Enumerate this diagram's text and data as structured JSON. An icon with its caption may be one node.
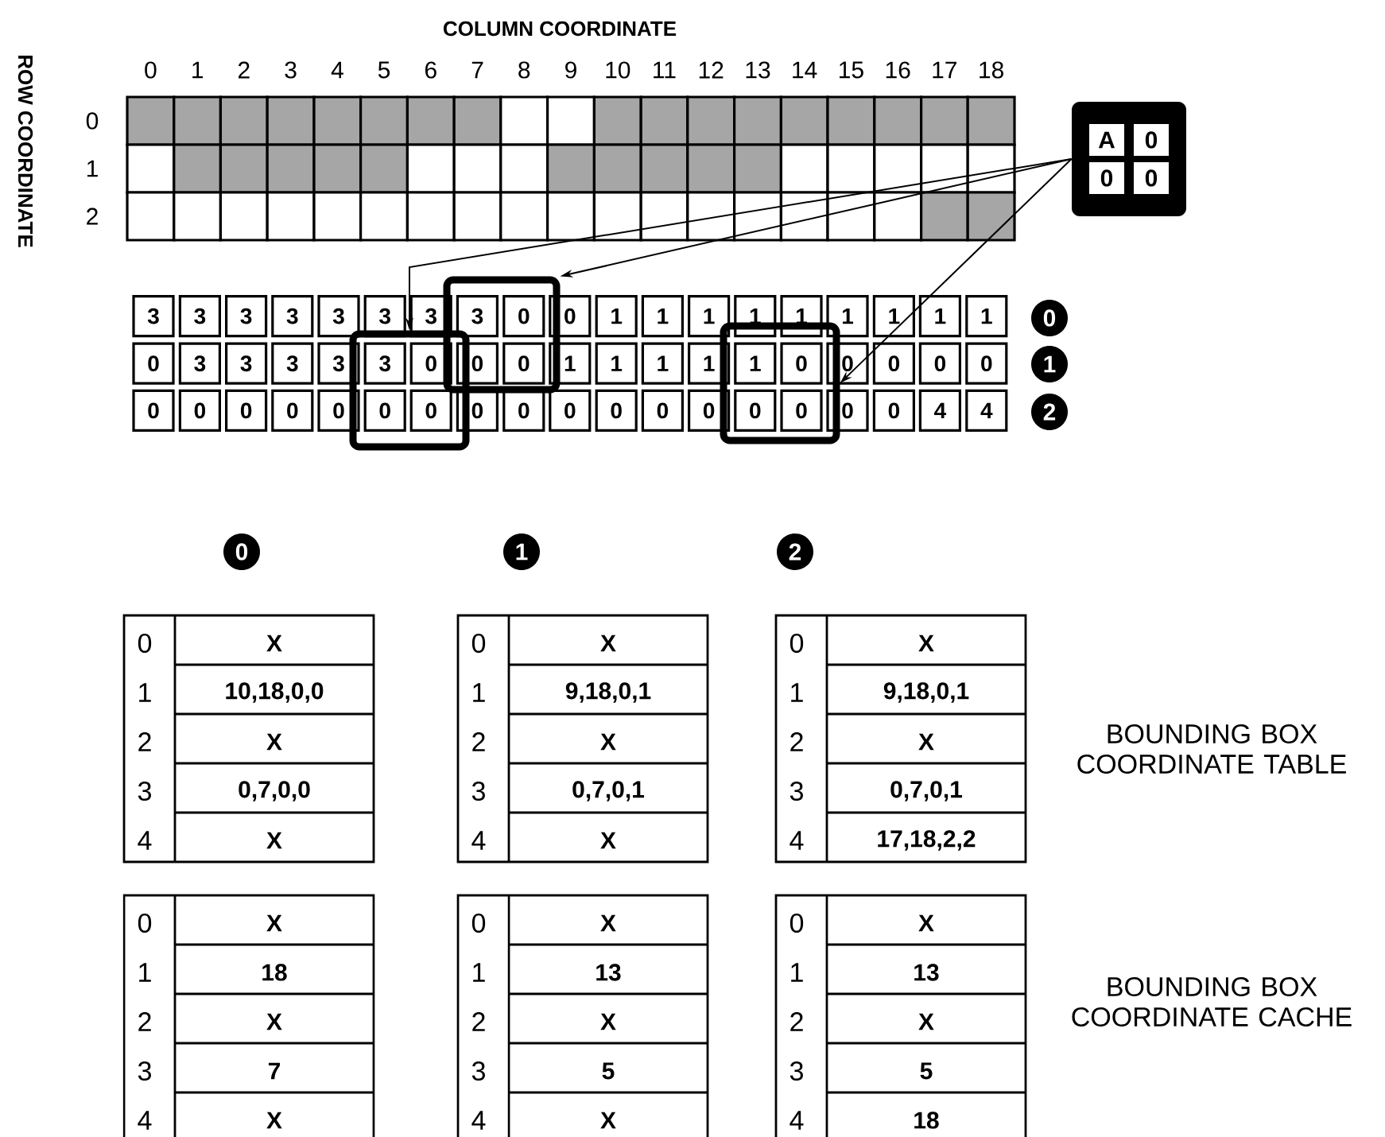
{
  "diagram": {
    "nodes": [
      {
        "text": [
          "A",
          "0",
          "0",
          "0"
        ]
      },
      {
        "text": [],
        "shape": "box"
      },
      {
        "text": [],
        "shape": "box"
      },
      {
        "text": [],
        "shape": "box"
      },
      {
        "text": [
          "0"
        ]
      },
      {
        "text": [
          "1"
        ]
      },
      {
        "text": [
          "2"
        ]
      },
      {
        "text": [
          "0"
        ]
      },
      {
        "text": [
          "1"
        ]
      },
      {
        "text": [
          "2"
        ]
      },
      {
        "text": [
          "0",
          "X",
          "1",
          "10,18,0,0",
          "2",
          "X",
          "3",
          "0,7,0,0",
          "4",
          "X"
        ]
      },
      {
        "text": [
          "0",
          "X",
          "1",
          "9,18,0,1",
          "2",
          "X",
          "3",
          "0,7,0,1",
          "4",
          "X"
        ]
      },
      {
        "text": [
          "0",
          "X",
          "1",
          "9,18,0,1",
          "2",
          "X",
          "3",
          "0,7,0,1",
          "4",
          "17,18,2,2"
        ]
      },
      {
        "text": [
          "0",
          "X",
          "1",
          "18",
          "2",
          "X",
          "3",
          "7",
          "4",
          "X"
        ]
      },
      {
        "text": [
          "0",
          "X",
          "1",
          "13",
          "2",
          "X",
          "3",
          "5",
          "4",
          "X"
        ]
      },
      {
        "text": [
          "0",
          "X",
          "1",
          "13",
          "2",
          "X",
          "3",
          "5",
          "4",
          "18"
        ]
      }
    ],
    "edges": [
      {
        "from": 0,
        "to": 1,
        "arrow": "to"
      },
      {
        "from": 0,
        "to": 2,
        "arrow": "to"
      },
      {
        "from": 0,
        "to": 3,
        "arrow": "to"
      }
    ],
    "labels": [
      "COLUMN COORDINATE",
      "ROW COORDINATE",
      "0",
      "1",
      "2",
      "3",
      "4",
      "5",
      "6",
      "7",
      "8",
      "9",
      "10",
      "11",
      "12",
      "13",
      "14",
      "15",
      "16",
      "17",
      "18",
      "0",
      "1",
      "2",
      "3",
      "3",
      "3",
      "3",
      "3",
      "3",
      "3",
      "3",
      "0",
      "0",
      "1",
      "1",
      "1",
      "1",
      "1",
      "1",
      "1",
      "1",
      "1",
      "0",
      "3",
      "3",
      "3",
      "3",
      "3",
      "0",
      "0",
      "0",
      "1",
      "1",
      "1",
      "1",
      "1",
      "0",
      "0",
      "0",
      "0",
      "0",
      "0",
      "0",
      "0",
      "0",
      "0",
      "0",
      "0",
      "0",
      "0",
      "0",
      "0",
      "0",
      "0",
      "0",
      "0",
      "0",
      "0",
      "4",
      "4",
      "BOUNDING BOX COORDINATE TABLE",
      "BOUNDING BOX COORDINATE CACHE"
    ]
  }
}
